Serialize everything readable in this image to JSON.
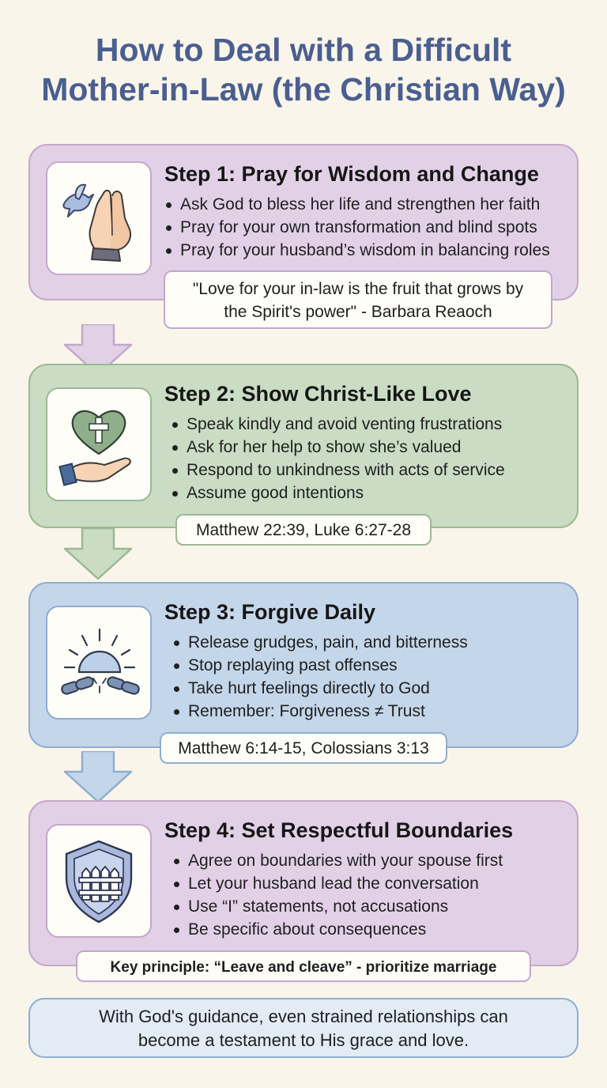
{
  "title": {
    "line1": "How to Deal with a Difficult",
    "line2": "Mother-in-Law (the Christian Way)"
  },
  "steps": [
    {
      "title": "Step 1: Pray for Wisdom and Change",
      "icon": "praying-hands-dove-icon",
      "bullets": [
        "Ask God to bless her life and strengthen her faith",
        "Pray for your own transformation and blind spots",
        "Pray for your husband’s wisdom in balancing roles"
      ],
      "note_line1": "\"Love for your in-law is the fruit that grows by",
      "note_line2": "the Spirit's power\" - Barbara Reaoch"
    },
    {
      "title": "Step 2: Show Christ-Like Love",
      "icon": "heart-cross-hand-icon",
      "bullets": [
        "Speak kindly and avoid venting frustrations",
        "Ask for her help to show she’s valued",
        "Respond to unkindness with acts of service",
        "Assume good intentions"
      ],
      "note": "Matthew 22:39, Luke 6:27-28"
    },
    {
      "title": "Step 3: Forgive Daily",
      "icon": "broken-chain-sunrise-icon",
      "bullets": [
        "Release grudges, pain, and bitterness",
        "Stop replaying past offenses",
        "Take hurt feelings directly to God",
        "Remember: Forgiveness ≠ Trust"
      ],
      "note": "Matthew 6:14-15, Colossians 3:13"
    },
    {
      "title": "Step 4: Set Respectful Boundaries",
      "icon": "shield-fence-icon",
      "bullets": [
        "Agree on boundaries with your spouse first",
        "Let your husband lead the conversation",
        "Use “I” statements, not accusations",
        "Be specific about consequences"
      ],
      "note": "Key principle: “Leave and cleave” - prioritize marriage"
    }
  ],
  "footer": {
    "line1": "With God's guidance, even strained relationships can",
    "line2": "become a testament to His grace and love."
  },
  "colors": {
    "title": "#4a5f90",
    "step1": "#e2d1e6",
    "step2": "#cbdcc5",
    "step3": "#c4d6ea",
    "step4": "#e2d1e6",
    "footer": "#e3ebf4"
  }
}
